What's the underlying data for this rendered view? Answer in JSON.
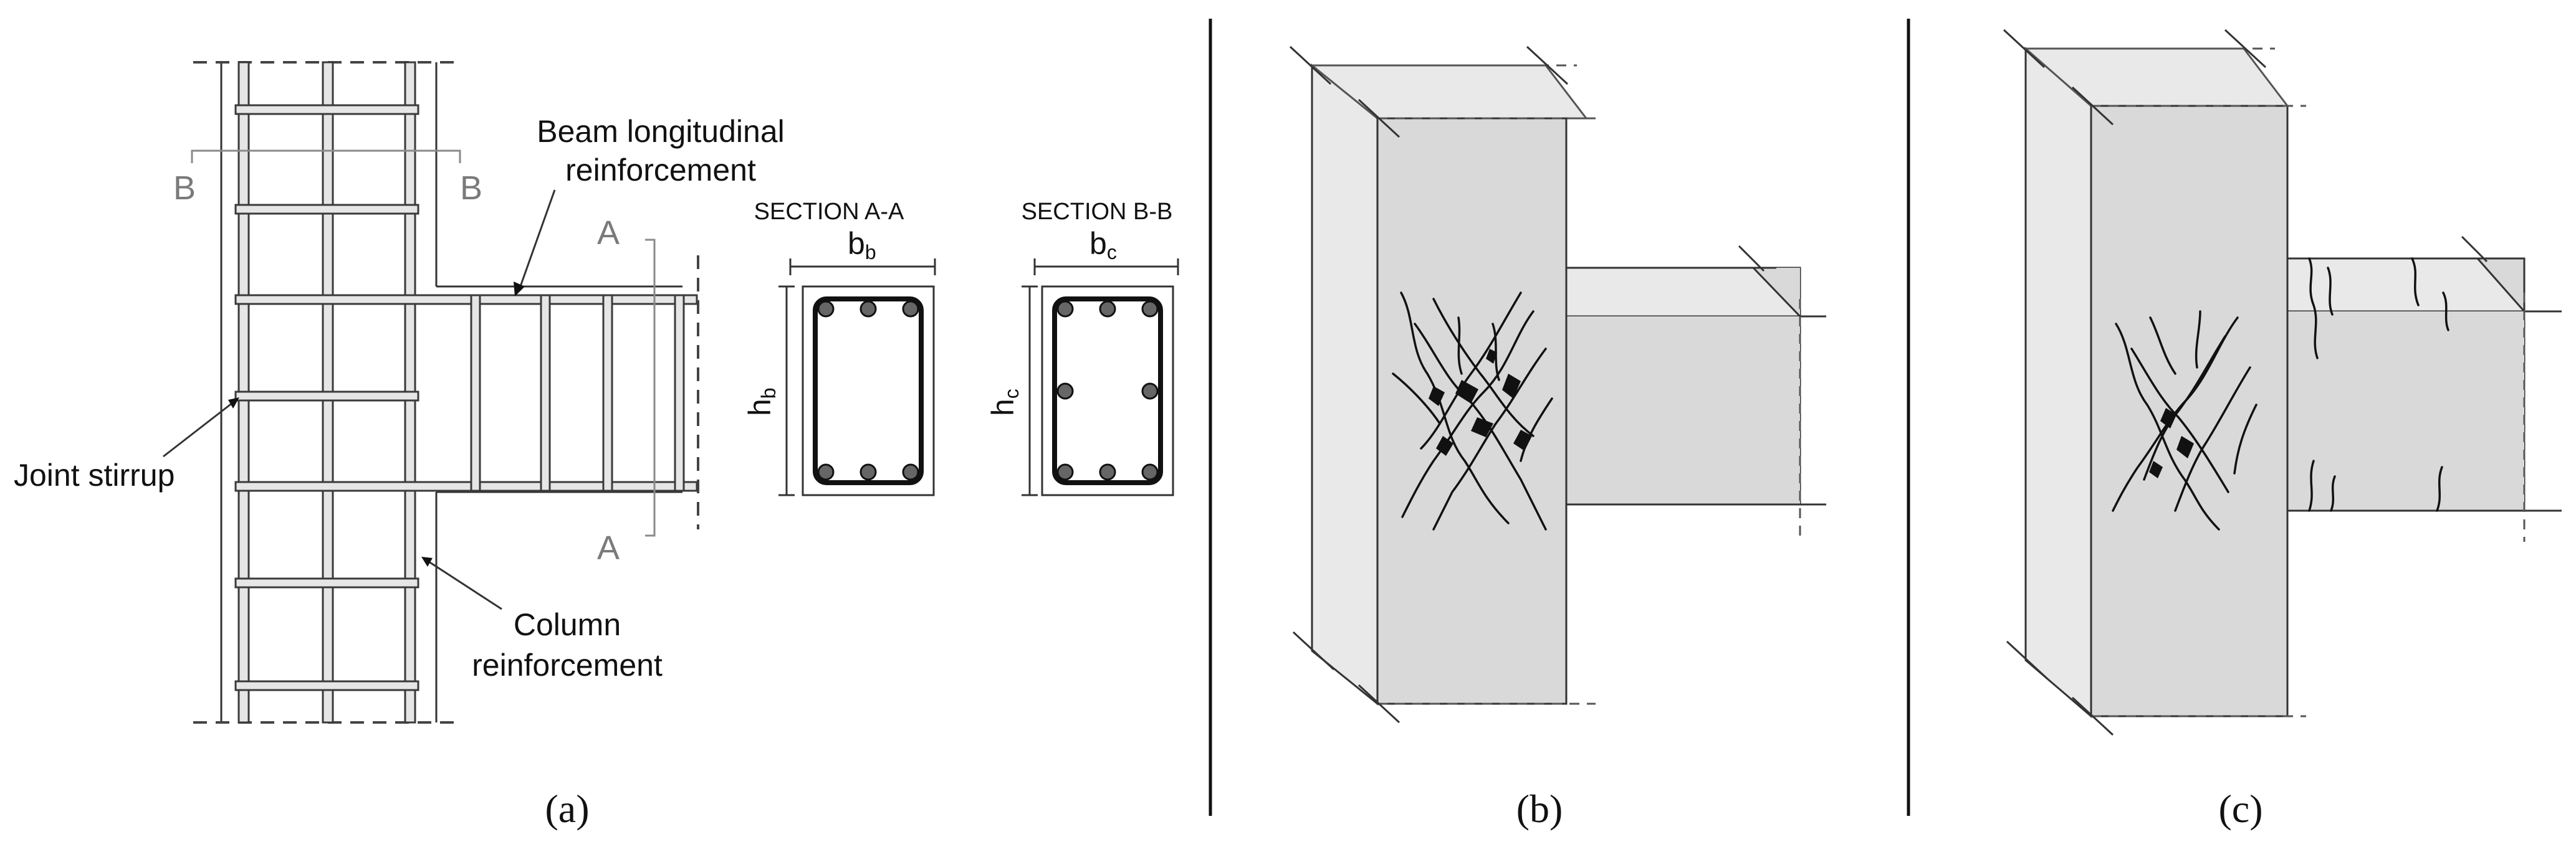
{
  "panel_a": {
    "labels": {
      "beam_long_line1": "Beam longitudinal",
      "beam_long_line2": "reinforcement",
      "joint_stirrup": "Joint stirrup",
      "column_line1": "Column",
      "column_line2": "reinforcement",
      "cut_b_left": "B",
      "cut_b_right": "B",
      "cut_a_top": "A",
      "cut_a_bottom": "A"
    },
    "section_aa": {
      "title": "SECTION A-A",
      "width_label": "b",
      "width_sub": "b",
      "height_label": "h",
      "height_sub": "b"
    },
    "section_bb": {
      "title": "SECTION B-B",
      "width_label": "b",
      "width_sub": "c",
      "height_label": "h",
      "height_sub": "c"
    }
  },
  "captions": {
    "a": "(a)",
    "b": "(b)",
    "c": "(c)"
  },
  "colors": {
    "concrete": "#d9d9d9",
    "concrete_light": "#e9e9e9",
    "rebar_fill": "#e6e6e6",
    "ink": "#111111"
  }
}
